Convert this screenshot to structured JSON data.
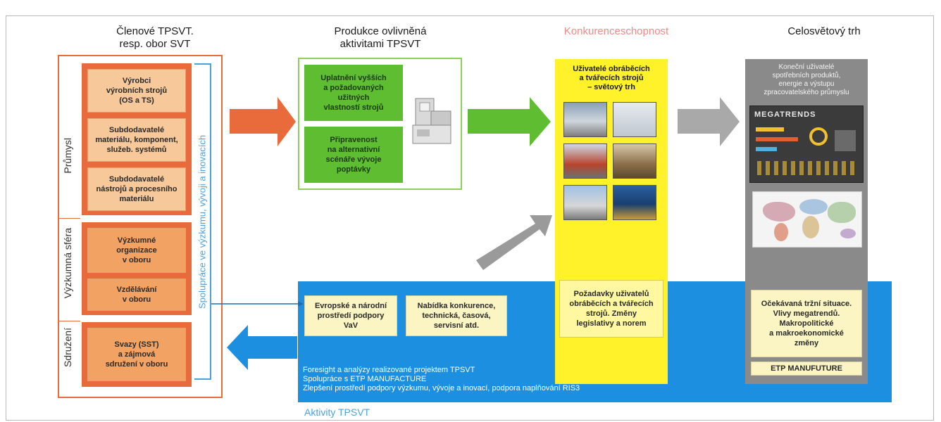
{
  "headers": {
    "members": "Členové TPSVT.\nresp. obor SVT",
    "production": "Produkce ovlivněná\naktivitami TPSVT",
    "competitiveness": "Konkurenceschopnost",
    "world_market": "Celosvětový trh"
  },
  "sections": {
    "industry": "Průmysl",
    "research": "Výzkumná sféra",
    "associations": "Sdružení",
    "cooperation": "Spolupráce ve výzkumu, vývoji a inovacích"
  },
  "member_boxes": {
    "b1": "Výrobci\nvýrobních strojů\n(OS a TS)",
    "b2": "Subdodavatelé\nmateriálu, komponent,\nslužeb. systémů",
    "b3": "Subdodavatelé\nnástrojů a procesního\nmateriálu",
    "b4": "Výzkumné\norganizace\nv oboru",
    "b5": "Vzdělávání\nv oboru",
    "b6": "Svazy (SST)\na zájmová\nsdružení v oboru"
  },
  "production_boxes": {
    "p1": "Uplatnění vyšších\na požadovaných\nužitných\nvlastností strojů",
    "p2": "Připravenost\nna alternativní\nscénáře vývoje\npoptávky"
  },
  "competitiveness": {
    "users": "Uživatelé obráběcích\na tvářecích strojů\n– světový trh",
    "requirements": "Požadavky uživatelů\nobráběcích a tvářecích\nstrojů. Změny\nlegislativy a norem"
  },
  "world": {
    "end_users": "Koneční uživatelé\nspotřebních produktů,\nenergie a výstupu\nzpracovatelského průmyslu",
    "megatrends_logo": "MEGATRENDS",
    "expected": "Očekávaná tržní situace.\nVlivy megatrendů.\nMakropolitické\na makroekonomické\nzměny",
    "etp": "ETP MANUFUTURE"
  },
  "activities": {
    "support": "Evropské a národní\nprostředí podpory\nVaV",
    "competition": "Nabídka konkurence,\ntechnická, časová,\nservisní atd.",
    "line1": "Foresight a analýzy realizované projektem TPSVT",
    "line2": "Spolupráce s ETP MANUFACTURE",
    "line3": "Zlepšení prostředí podpory výzkumu, vývoje a inovací, podpora naplňování RIS3",
    "label": "Aktivity TPSVT"
  },
  "colors": {
    "orange": "#e96a3a",
    "peach": "#f6c89a",
    "green": "#5fbd32",
    "yellow": "#fff22a",
    "blue": "#1d8fe0",
    "gray": "#8a8a8a",
    "light_blue_text": "#4aa3df",
    "pink_text": "#f08a86"
  }
}
